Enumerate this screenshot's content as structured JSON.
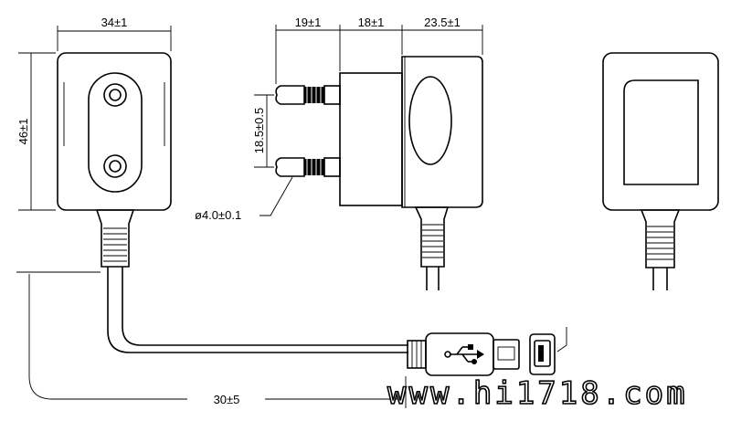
{
  "dimensions": {
    "front_width": "34±1",
    "front_height": "46±1",
    "pin_length": "19±1",
    "body_depth": "18±1",
    "cover_depth": "23.5±1",
    "pin_spacing": "18.5±0.5",
    "pin_diameter": "ø4.0±0.1",
    "cable_length": "30±5"
  },
  "watermark": "www.hi1718.com",
  "colors": {
    "line": "#000000",
    "background": "#ffffff"
  }
}
